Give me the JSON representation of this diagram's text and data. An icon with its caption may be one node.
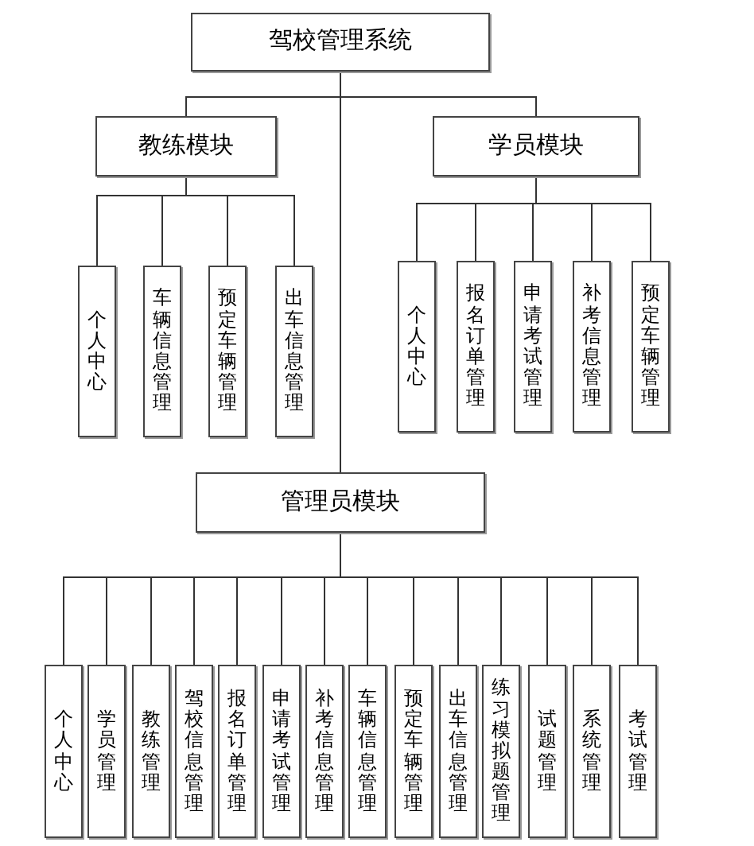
{
  "diagram": {
    "nodes": [
      {
        "text": [
          "驾校管理系统"
        ]
      },
      {
        "text": [
          "教练模块"
        ]
      },
      {
        "text": [
          "个人中心"
        ]
      },
      {
        "text": [
          "车辆信息管理"
        ]
      },
      {
        "text": [
          "预定车辆管理"
        ]
      },
      {
        "text": [
          "出车信息管理"
        ]
      },
      {
        "text": [
          "学员模块"
        ]
      },
      {
        "text": [
          "个人中心"
        ]
      },
      {
        "text": [
          "报名订单管理"
        ]
      },
      {
        "text": [
          "申请考试管理"
        ]
      },
      {
        "text": [
          "补考信息管理"
        ]
      },
      {
        "text": [
          "预定车辆管理"
        ]
      },
      {
        "text": [
          "管理员模块"
        ]
      },
      {
        "text": [
          "个人中心"
        ]
      },
      {
        "text": [
          "学员管理"
        ]
      },
      {
        "text": [
          "教练管理"
        ]
      },
      {
        "text": [
          "驾校信息管理"
        ]
      },
      {
        "text": [
          "报名订单管理"
        ]
      },
      {
        "text": [
          "申请考试管理"
        ]
      },
      {
        "text": [
          "补考信息管理"
        ]
      },
      {
        "text": [
          "车辆信息管理"
        ]
      },
      {
        "text": [
          "预定车辆管理"
        ]
      },
      {
        "text": [
          "出车信息管理"
        ]
      },
      {
        "text": [
          "练习模拟题管理"
        ]
      },
      {
        "text": [
          "试题管理"
        ]
      },
      {
        "text": [
          "系统管理"
        ]
      },
      {
        "text": [
          "考试管理"
        ]
      }
    ],
    "edges": [
      {
        "from": 0,
        "to": 1,
        "arrow": "none"
      },
      {
        "from": 0,
        "to": 6,
        "arrow": "none"
      },
      {
        "from": 0,
        "to": 12,
        "arrow": "none"
      },
      {
        "from": 1,
        "to": 2,
        "arrow": "none"
      },
      {
        "from": 1,
        "to": 3,
        "arrow": "none"
      },
      {
        "from": 1,
        "to": 4,
        "arrow": "none"
      },
      {
        "from": 1,
        "to": 5,
        "arrow": "none"
      },
      {
        "from": 6,
        "to": 7,
        "arrow": "none"
      },
      {
        "from": 6,
        "to": 8,
        "arrow": "none"
      },
      {
        "from": 6,
        "to": 9,
        "arrow": "none"
      },
      {
        "from": 6,
        "to": 10,
        "arrow": "none"
      },
      {
        "from": 6,
        "to": 11,
        "arrow": "none"
      },
      {
        "from": 12,
        "to": 13,
        "arrow": "none"
      },
      {
        "from": 12,
        "to": 14,
        "arrow": "none"
      },
      {
        "from": 12,
        "to": 15,
        "arrow": "none"
      },
      {
        "from": 12,
        "to": 16,
        "arrow": "none"
      },
      {
        "from": 12,
        "to": 17,
        "arrow": "none"
      },
      {
        "from": 12,
        "to": 18,
        "arrow": "none"
      },
      {
        "from": 12,
        "to": 19,
        "arrow": "none"
      },
      {
        "from": 12,
        "to": 20,
        "arrow": "none"
      },
      {
        "from": 12,
        "to": 21,
        "arrow": "none"
      },
      {
        "from": 12,
        "to": 22,
        "arrow": "none"
      },
      {
        "from": 12,
        "to": 23,
        "arrow": "none"
      },
      {
        "from": 12,
        "to": 24,
        "arrow": "none"
      },
      {
        "from": 12,
        "to": 25,
        "arrow": "none"
      },
      {
        "from": 12,
        "to": 26,
        "arrow": "none"
      }
    ]
  }
}
